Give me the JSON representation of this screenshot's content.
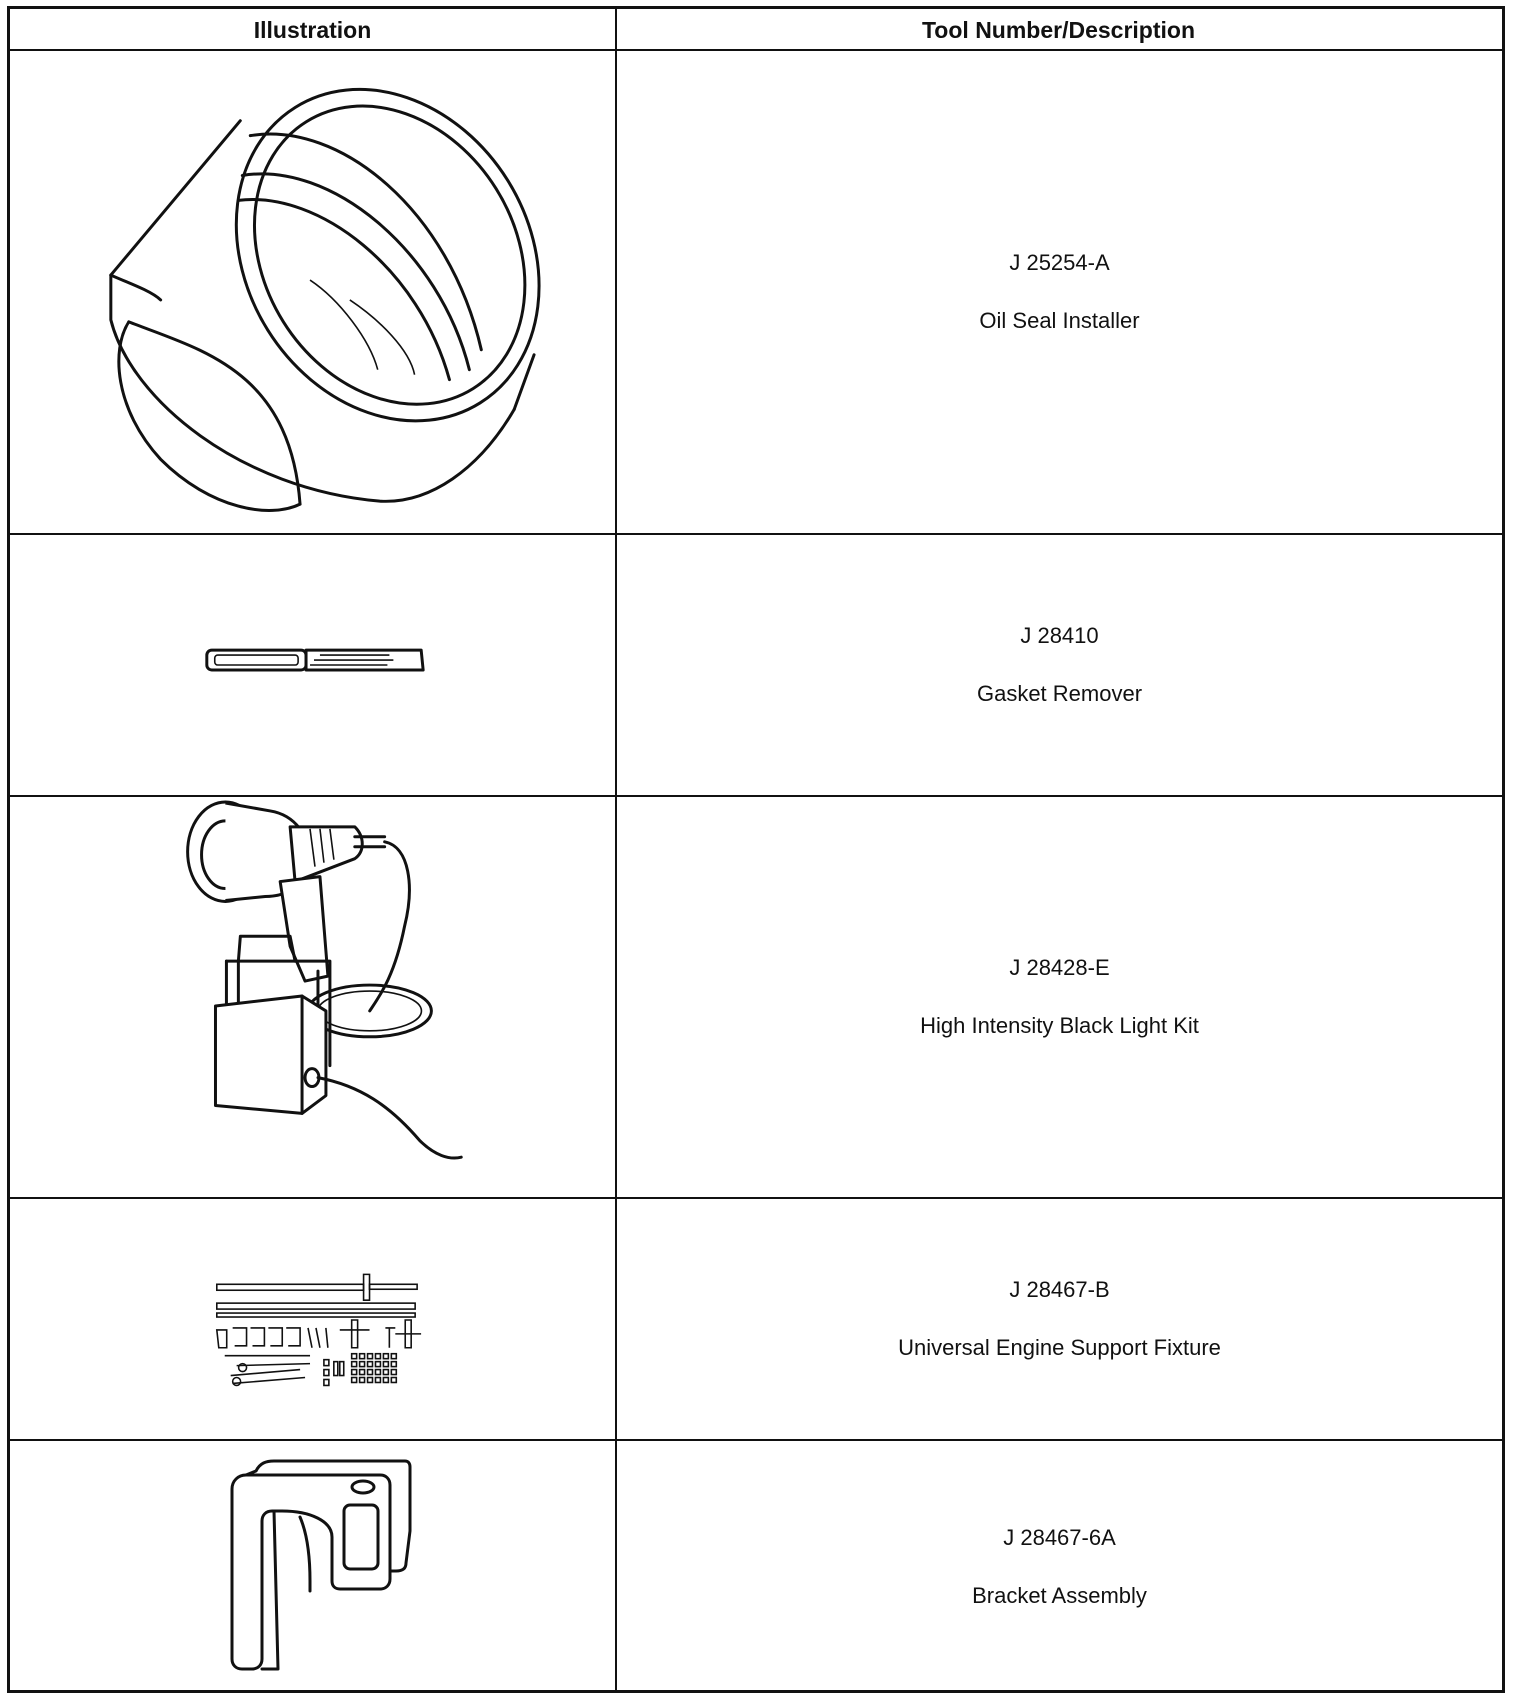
{
  "table": {
    "headers": {
      "illustration": "Illustration",
      "tool": "Tool Number/Description"
    },
    "rows": [
      {
        "tool_number": "J 25254-A",
        "description": "Oil Seal Installer",
        "icon": "oil-seal-installer-illustration"
      },
      {
        "tool_number": "J 28410",
        "description": "Gasket Remover",
        "icon": "gasket-remover-illustration"
      },
      {
        "tool_number": "J 28428-E",
        "description": "High Intensity Black Light Kit",
        "icon": "black-light-kit-illustration"
      },
      {
        "tool_number": "J 28467-B",
        "description": "Universal Engine Support Fixture",
        "icon": "engine-support-fixture-illustration"
      },
      {
        "tool_number": "J 28467-6A",
        "description": "Bracket Assembly",
        "icon": "bracket-assembly-illustration"
      }
    ]
  }
}
